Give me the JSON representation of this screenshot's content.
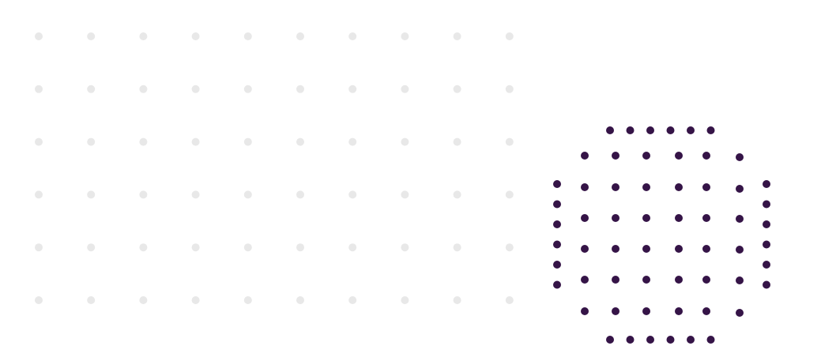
{
  "colors": {
    "background": "#ffffff",
    "grey_dot": "#e8e8e8",
    "purple_dot": "#351447"
  },
  "grey_grid": {
    "description_icon": "dot-grid",
    "columns": 10,
    "rows": 6
  },
  "purple_cluster": {
    "description_icon": "dot-cluster",
    "top_row_dots": 6,
    "bottom_row_dots": 6,
    "inner_grid_columns": 6,
    "inner_grid_rows": 6,
    "side_column_dots": 6
  }
}
